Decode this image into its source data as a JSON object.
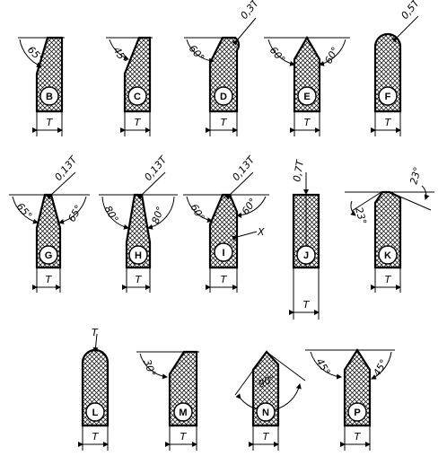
{
  "tools": [
    {
      "id": "B",
      "letter": "B",
      "width": "T",
      "angles": [
        "65°"
      ]
    },
    {
      "id": "C",
      "letter": "C",
      "width": "T",
      "angles": [
        "45°"
      ]
    },
    {
      "id": "D",
      "letter": "D",
      "width": "T",
      "angles": [
        "60°"
      ],
      "radius": "0,3T"
    },
    {
      "id": "E",
      "letter": "E",
      "width": "T",
      "angles": [
        "60°",
        "60°"
      ]
    },
    {
      "id": "F",
      "letter": "F",
      "width": "T",
      "radius": "0,5T"
    },
    {
      "id": "G",
      "letter": "G",
      "width": "T",
      "angles": [
        "65°",
        "65°"
      ],
      "radius": "0,13T"
    },
    {
      "id": "H",
      "letter": "H",
      "width": "T",
      "angles": [
        "80°",
        "80°"
      ],
      "radius": "0,13T"
    },
    {
      "id": "I",
      "letter": "I",
      "width": "T",
      "angles": [
        "60°",
        "60°"
      ],
      "radius": "0,13T",
      "extra": "X"
    },
    {
      "id": "J",
      "letter": "J",
      "width": "T",
      "radius": "0,7T"
    },
    {
      "id": "K",
      "letter": "K",
      "width": "T",
      "angles": [
        "23°",
        "23°"
      ]
    },
    {
      "id": "L",
      "letter": "L",
      "width": "T",
      "radius": "T"
    },
    {
      "id": "M",
      "letter": "M",
      "width": "T",
      "angles": [
        "30°"
      ]
    },
    {
      "id": "N",
      "letter": "N",
      "width": "T",
      "angles": [
        "90°"
      ]
    },
    {
      "id": "P",
      "letter": "P",
      "width": "T",
      "angles": [
        "45°",
        "45°"
      ]
    }
  ]
}
